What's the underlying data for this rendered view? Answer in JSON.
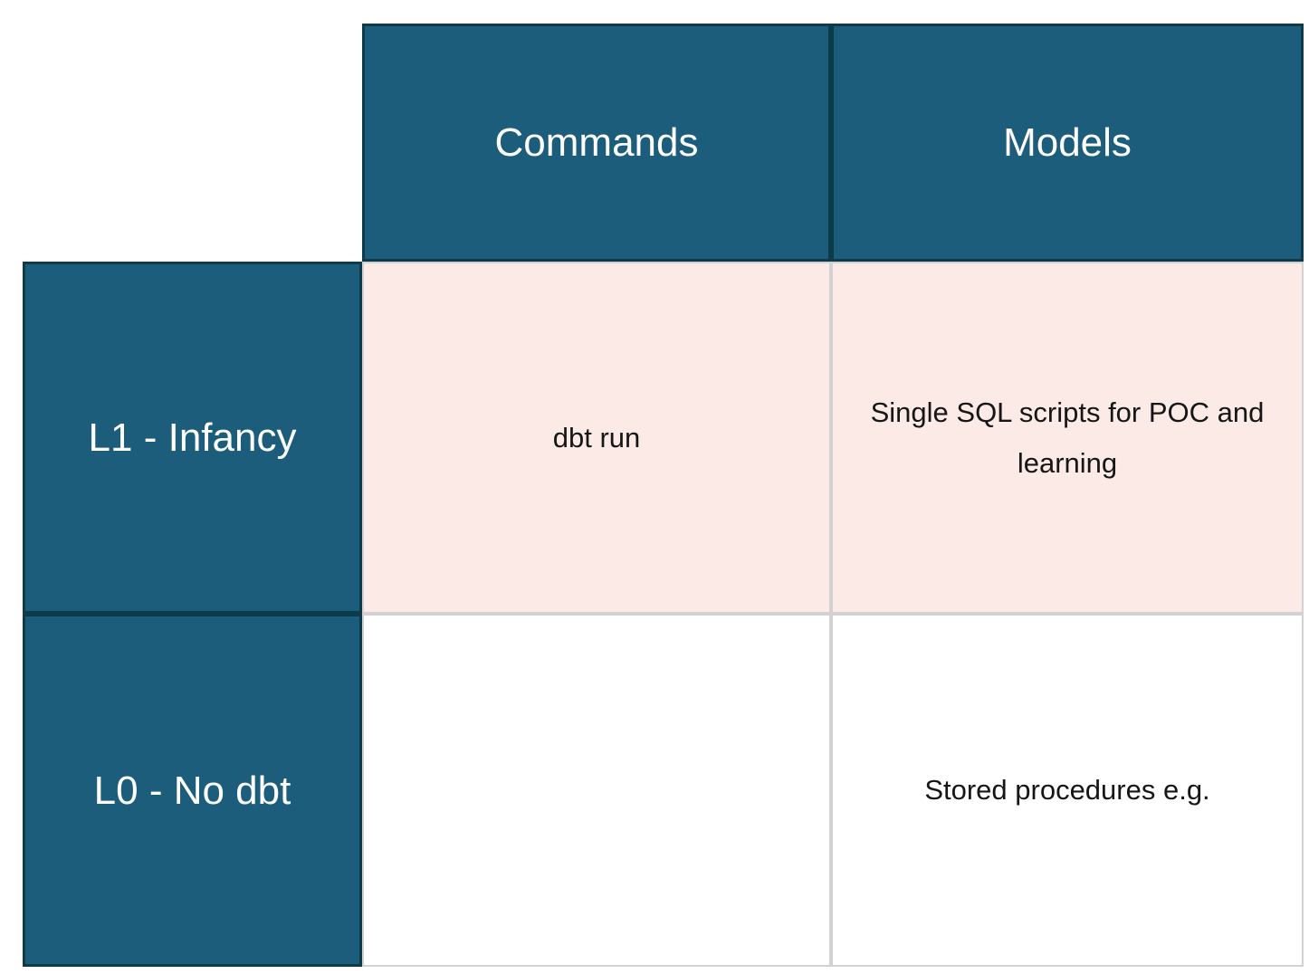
{
  "chart_data": {
    "type": "table",
    "title": "dbt maturity matrix (levels vs. Commands / Models)",
    "column_headers": [
      "Commands",
      "Models"
    ],
    "row_headers": [
      "L1 - Infancy",
      "L0 - No dbt"
    ],
    "cells": [
      [
        "dbt run",
        "Single SQL scripts for POC and learning"
      ],
      [
        "",
        "Stored procedures e.g."
      ]
    ],
    "row_highlight": [
      "highlighted-pink",
      "plain-white"
    ],
    "layout_hints": {
      "corner_cell": "empty",
      "header_position": "top-and-left"
    },
    "colors": {
      "header_fill": "#1b5d7a",
      "header_border": "#0d3b4a",
      "header_text": "#ffffff",
      "highlight_row_fill": "#fbeae5",
      "plain_row_fill": "#ffffff",
      "light_border": "#d2d2d2",
      "body_text": "#161616",
      "page_background": "#ffffff"
    }
  }
}
